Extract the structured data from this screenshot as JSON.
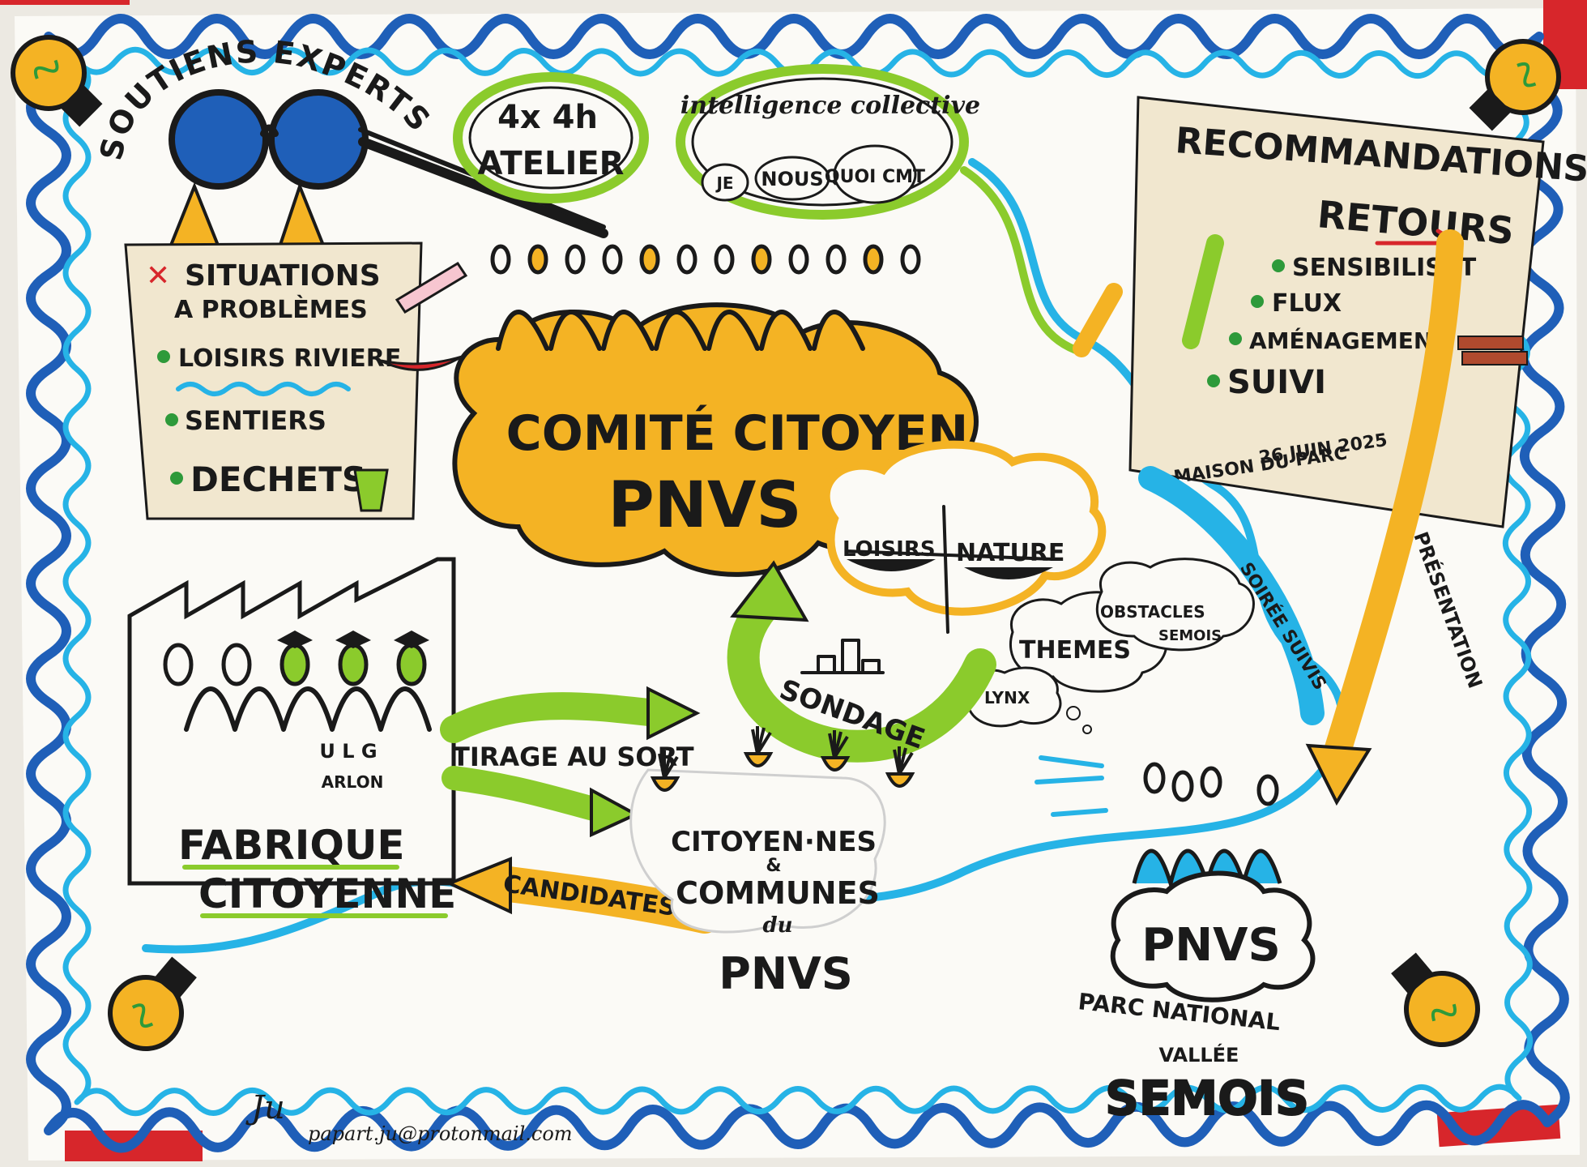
{
  "colors": {
    "paper": "#fbfaf6",
    "wall": "#ece9e2",
    "blue_dark": "#1f5fb8",
    "blue_light": "#26b3e6",
    "yellow": "#f4b324",
    "green": "#8bcb2c",
    "red": "#d7262b",
    "ink": "#1a1a1a",
    "beige": "#f1e7cf"
  },
  "icons": [
    "lightbulb-icon",
    "glasses-icon",
    "factory-icon",
    "scale-icon",
    "pen-icon",
    "bin-icon",
    "kayak-icon",
    "logs-icon",
    "cloud-icon",
    "thought-bubble-icon",
    "arrow-icon",
    "graduation-cap-icon",
    "bar-chart-icon",
    "signature-icon"
  ],
  "experts": {
    "title": "SOUTIENS EXPERTS"
  },
  "problems": {
    "title_line1": "SITUATIONS",
    "title_line2": "A PROBLÈMES",
    "mark": "✕",
    "items": [
      "LOISIRS RIVIERE",
      "SENTIERS",
      "DECHETS"
    ]
  },
  "atelier": {
    "line1": "4x 4h",
    "line2": "ATELIER"
  },
  "intelligence": {
    "title": "intelligence collective",
    "bubbles": [
      "JE",
      "NOUS",
      "QUOI CMT"
    ]
  },
  "committee": {
    "line1": "COMITÉ CITOYEN",
    "line2": "PNVS"
  },
  "recommendations": {
    "title": "RECOMMANDATIONS",
    "subtitle": "RETOURS",
    "items": [
      "SENSIBILISAT",
      "FLUX",
      "AMÉNAGEMENT",
      "SUIVI"
    ],
    "date": "26 JUIN 2025",
    "place": "MAISON DU PARC"
  },
  "balance": {
    "left": "LOISIRS",
    "right": "NATURE"
  },
  "themes": {
    "main": "THEMES",
    "sub1": "OBSTACLES",
    "sub2": "SEMOIS",
    "small": "LYNX"
  },
  "arrows": {
    "sondage": "SONDAGE",
    "tirage": "TIRAGE AU SORT",
    "candidates": "CANDIDATES",
    "soiree": "SOIRÉE SUIVIS",
    "presentation": "PRÉSENTATION"
  },
  "fabrique": {
    "line1": "FABRIQUE",
    "line2": "CITOYENNE",
    "ulg": "U L G",
    "arlon": "ARLON"
  },
  "citizens": {
    "line1": "CITOYEN·NES",
    "amp": "&",
    "line2": "COMMUNES",
    "line3": "du",
    "line4": "PNVS"
  },
  "park": {
    "name": "PNVS",
    "line1": "PARC NATIONAL",
    "line2": "VALLÉE",
    "line3": "SEMOIS"
  },
  "footer": {
    "email": "papart.ju@protonmail.com",
    "signature": "Ju"
  }
}
